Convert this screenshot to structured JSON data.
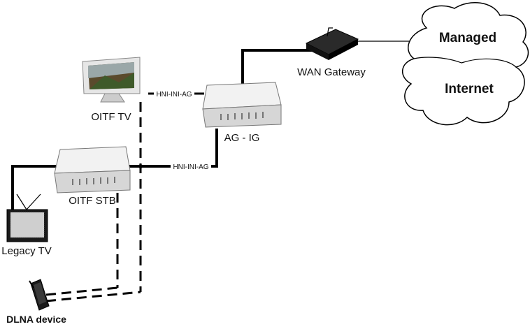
{
  "labels": {
    "managed": "Managed",
    "internet": "Internet",
    "wan_gateway": "WAN Gateway",
    "oitf_tv": "OITF TV",
    "ag_ig": "AG - IG",
    "hni_top": "HNI-INI-AG",
    "hni_mid": "HNI-INI-AG",
    "oitf_stb": "OITF STB",
    "legacy_tv": "Legacy TV",
    "dlna_device": "DLNA device"
  },
  "colors": {
    "line": "#000000",
    "device_body": "#dcdcdc",
    "device_top": "#f2f2f2",
    "cloud_fill": "#ffffff"
  }
}
